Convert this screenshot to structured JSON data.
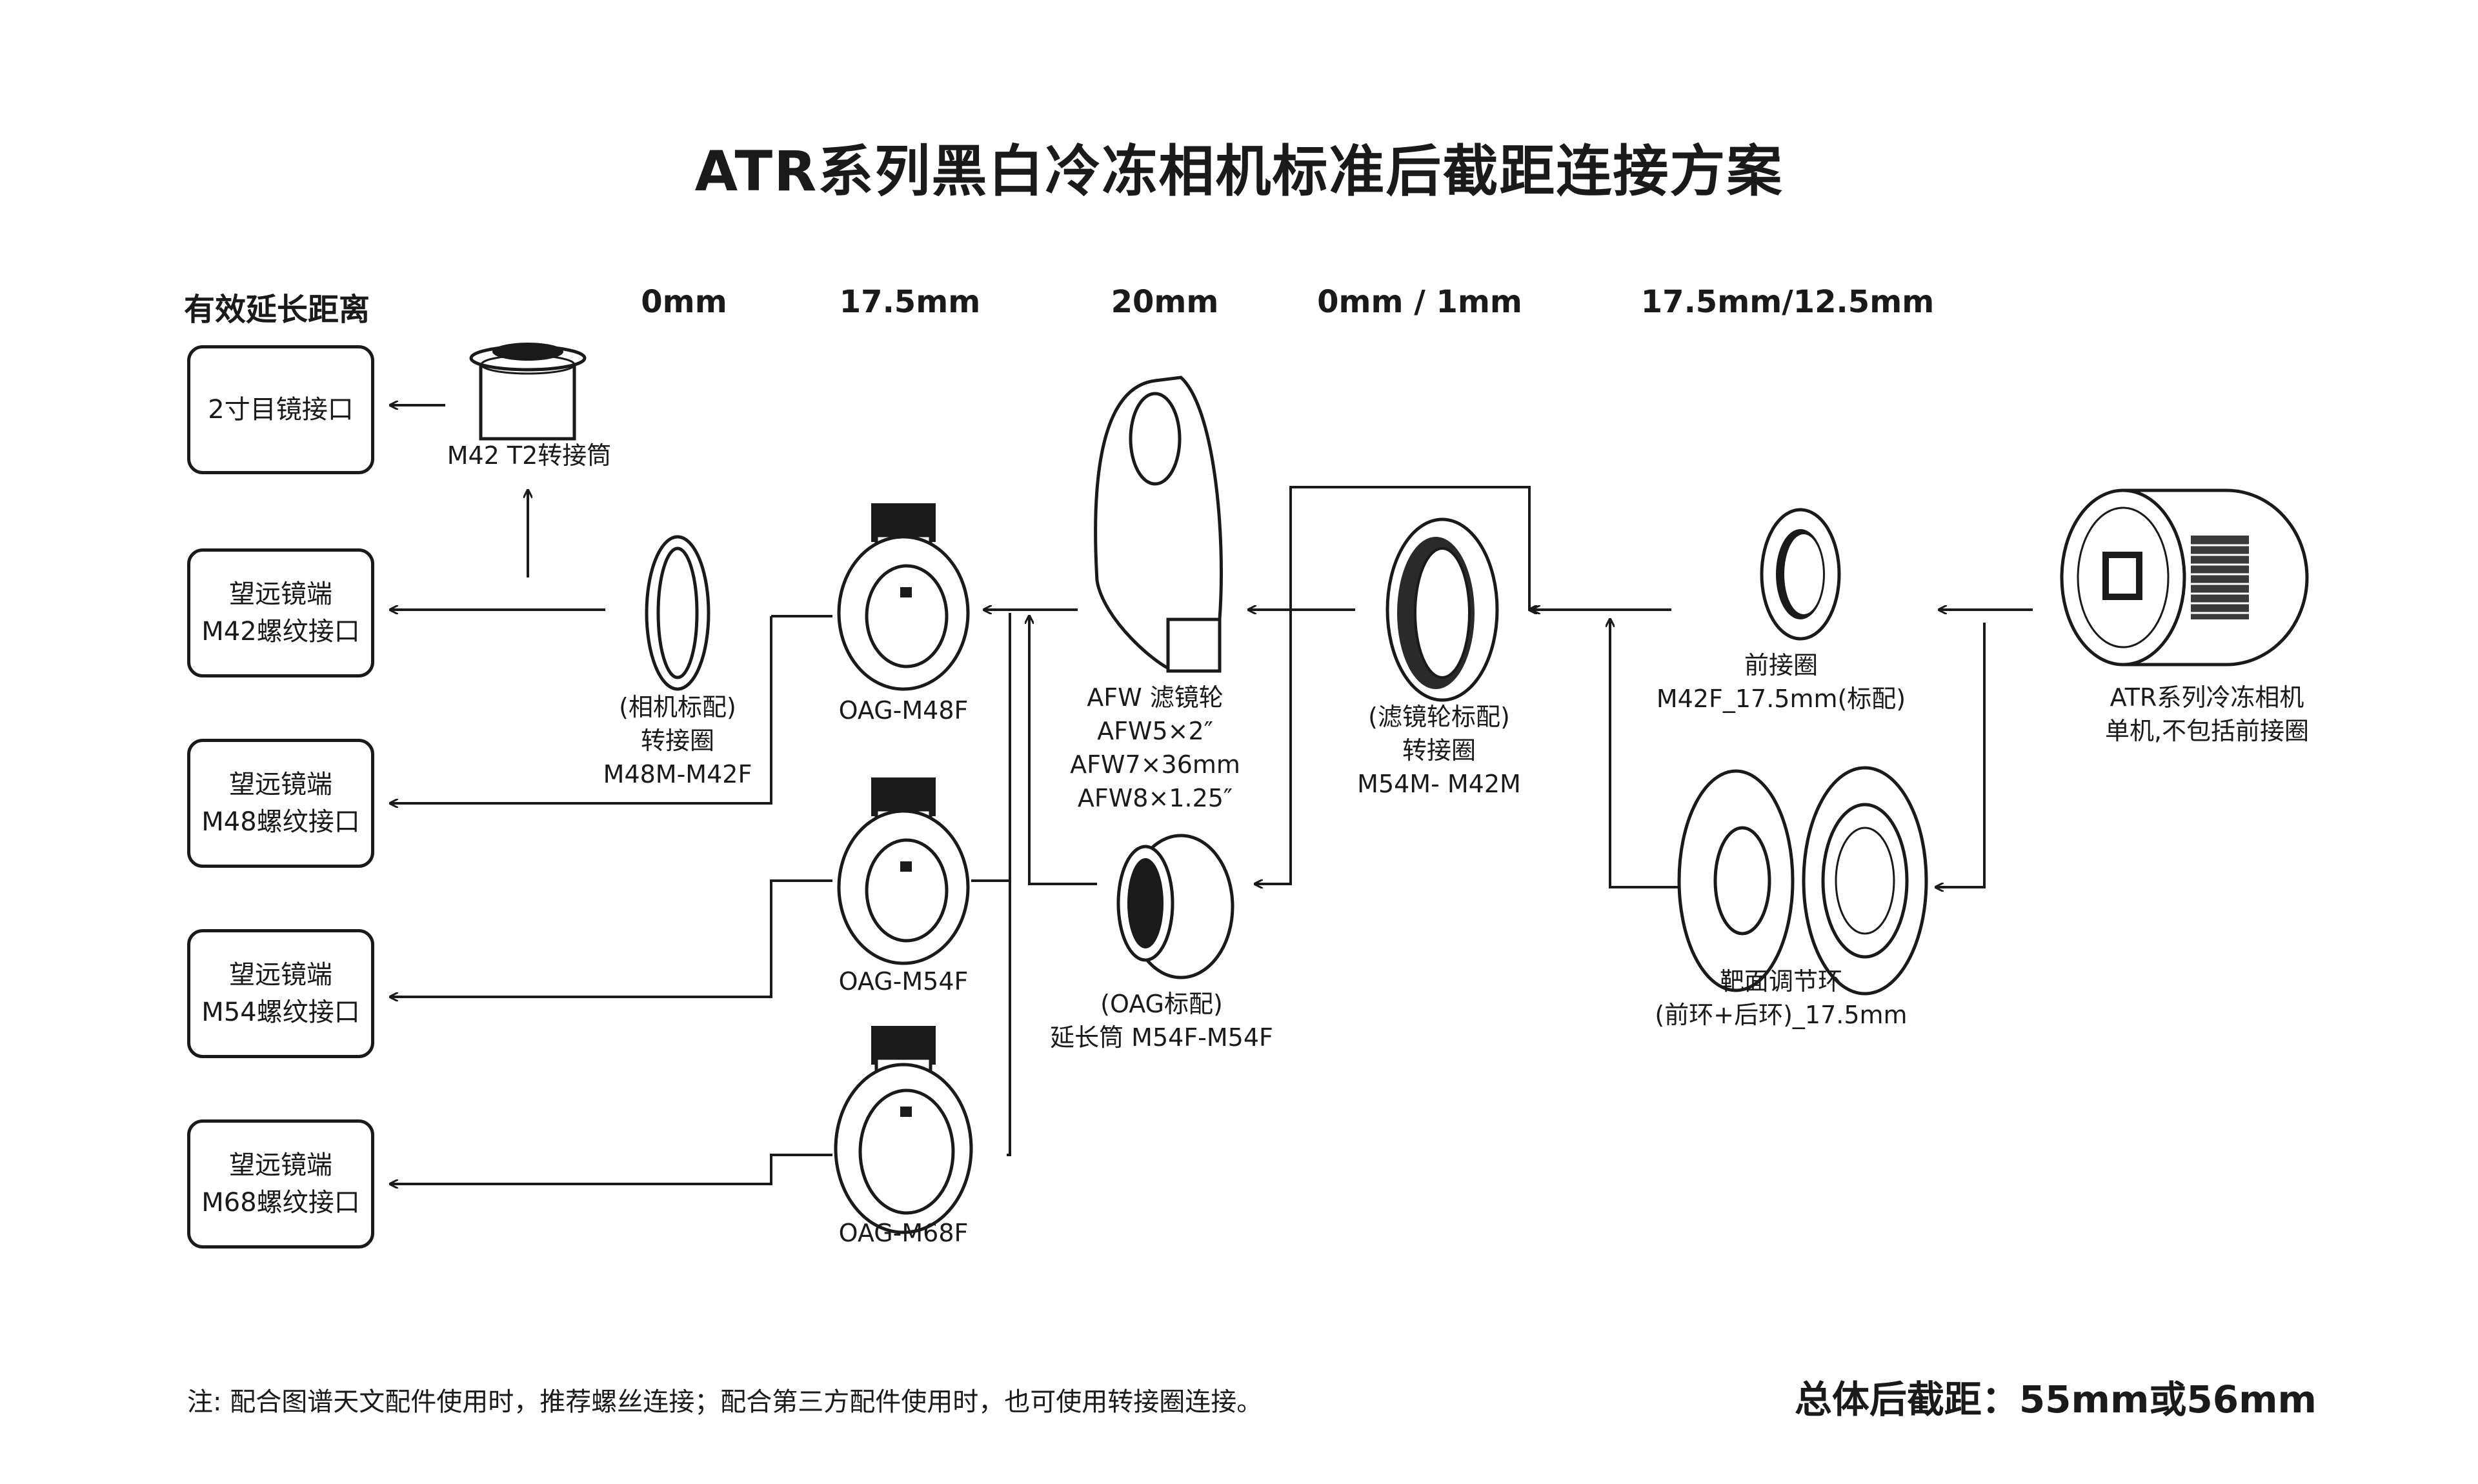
{
  "title": "ATR系列黑白冷冻相机标准后截距连接方案",
  "headers": {
    "effective": "有效延长距离",
    "col0": "0mm",
    "col1": "17.5mm",
    "col2": "20mm",
    "col3": "0mm / 1mm",
    "col4": "17.5mm/12.5mm"
  },
  "boxes": {
    "eyepiece": "2寸目镜接口",
    "m42": "望远镜端\nM42螺纹接口",
    "m48": "望远镜端\nM48螺纹接口",
    "m54": "望远镜端\nM54螺纹接口",
    "m68": "望远镜端\nM68螺纹接口"
  },
  "labels": {
    "t2": "M42 T2转接筒",
    "m48m": "(相机标配)\n转接圈\nM48M-M42F",
    "oag48": "OAG-M48F",
    "oag54": "OAG-M54F",
    "oag68": "OAG-M68F",
    "afw": "AFW 滤镜轮\nAFW5×2″\nAFW7×36mm\nAFW8×1.25″",
    "ext": "(OAG标配)\n延长筒 M54F-M54F",
    "m54m": "(滤镜轮标配)\n转接圈\nM54M- M42M",
    "front": "前接圈\nM42F_17.5mm(标配)",
    "tilt": "靶面调节环\n(前环+后环)_17.5mm",
    "camera": "ATR系列冷冻相机\n单机,不包括前接圈"
  },
  "note": "注: 配合图谱天文配件使用时，推荐螺丝连接；配合第三方配件使用时，也可使用转接圈连接。",
  "total": "总体后截距：55mm或56mm"
}
